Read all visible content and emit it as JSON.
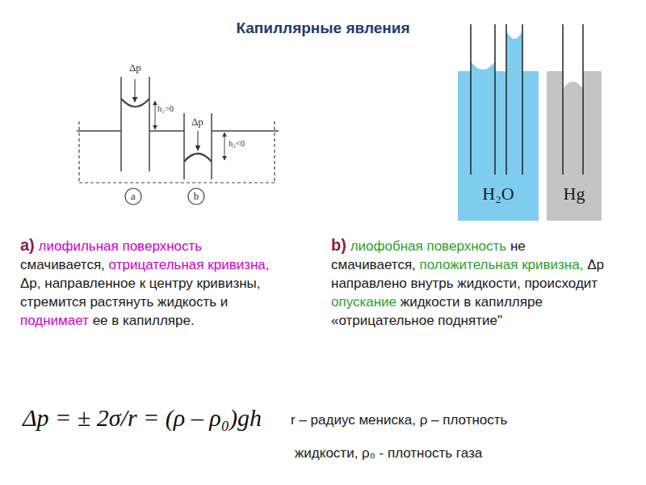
{
  "diagram": {
    "title": "Капиллярные явления",
    "nodes": [
      {
        "text": [
          "H₂O"
        ]
      },
      {
        "text": [
          "Hg"
        ]
      }
    ],
    "labels": [
      "Δр",
      "h₁>0",
      "Δр",
      "h₂<0",
      "a",
      "b",
      "a)",
      "лиофильная поверхность",
      "смачивается,",
      "отрицательная кривизна,",
      "Δр, направленное к центру кривизны, стремится растянуть жидкость и",
      "поднимает",
      "ее в капилляре.",
      "b)",
      "лиофобная поверхность",
      "не смачивается,",
      "положительная кривизна,",
      "Δр направлено внутрь жидкости, происходит",
      "опускание",
      "жидкости в капилляре «отрицательное поднятие\"",
      "Δp = ± 2σ/r = (ρ – ρ₀)gh",
      "r – радиус мениска, ρ – плотность",
      "жидкости, ρ₀ - плотность газа"
    ]
  }
}
